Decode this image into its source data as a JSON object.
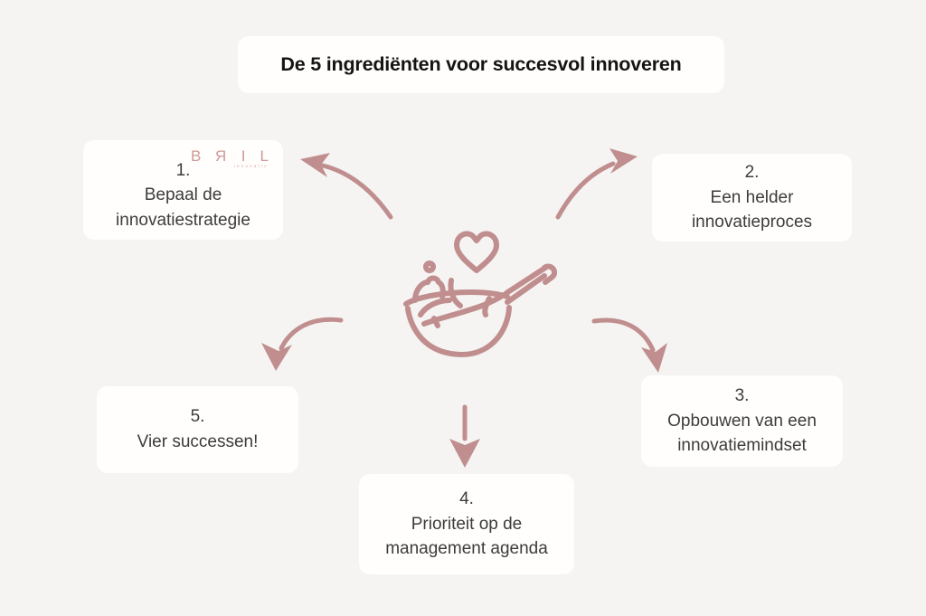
{
  "page": {
    "background_color": "#f5f4f2",
    "card_color": "#fffefc",
    "accent_color": "#c08e8e",
    "text_color": "#3c3c3c"
  },
  "header": {
    "title": "De 5 ingrediënten voor succesvol innoveren"
  },
  "logo": {
    "letters": [
      "B",
      "R",
      "I",
      "L"
    ],
    "tagline": "innovatie",
    "color": "#cf9a9a"
  },
  "steps": [
    {
      "number": "1.",
      "lines": [
        "Bepaal de",
        "innovatiestrategie"
      ]
    },
    {
      "number": "2.",
      "lines": [
        "Een helder",
        "innovatieproces"
      ]
    },
    {
      "number": "3.",
      "lines": [
        "Opbouwen van een",
        "innovatiemindset"
      ]
    },
    {
      "number": "4.",
      "lines": [
        "Prioriteit op de",
        "management agenda"
      ]
    },
    {
      "number": "5.",
      "lines": [
        "Vier successen!"
      ]
    }
  ],
  "illustration": {
    "name": "wok-pan-with-heart",
    "parts": [
      "wok-bowl",
      "pan-handle",
      "heart",
      "bubble-dot",
      "vegetables"
    ],
    "color": "#c08e8e"
  },
  "arrows": [
    {
      "name": "arrow-to-step-1",
      "direction": "up-left",
      "style": "curved"
    },
    {
      "name": "arrow-to-step-2",
      "direction": "up-right",
      "style": "curved"
    },
    {
      "name": "arrow-to-step-3",
      "direction": "down-right",
      "style": "curved"
    },
    {
      "name": "arrow-to-step-4",
      "direction": "down",
      "style": "straight"
    },
    {
      "name": "arrow-to-step-5",
      "direction": "down-left",
      "style": "curved"
    }
  ]
}
